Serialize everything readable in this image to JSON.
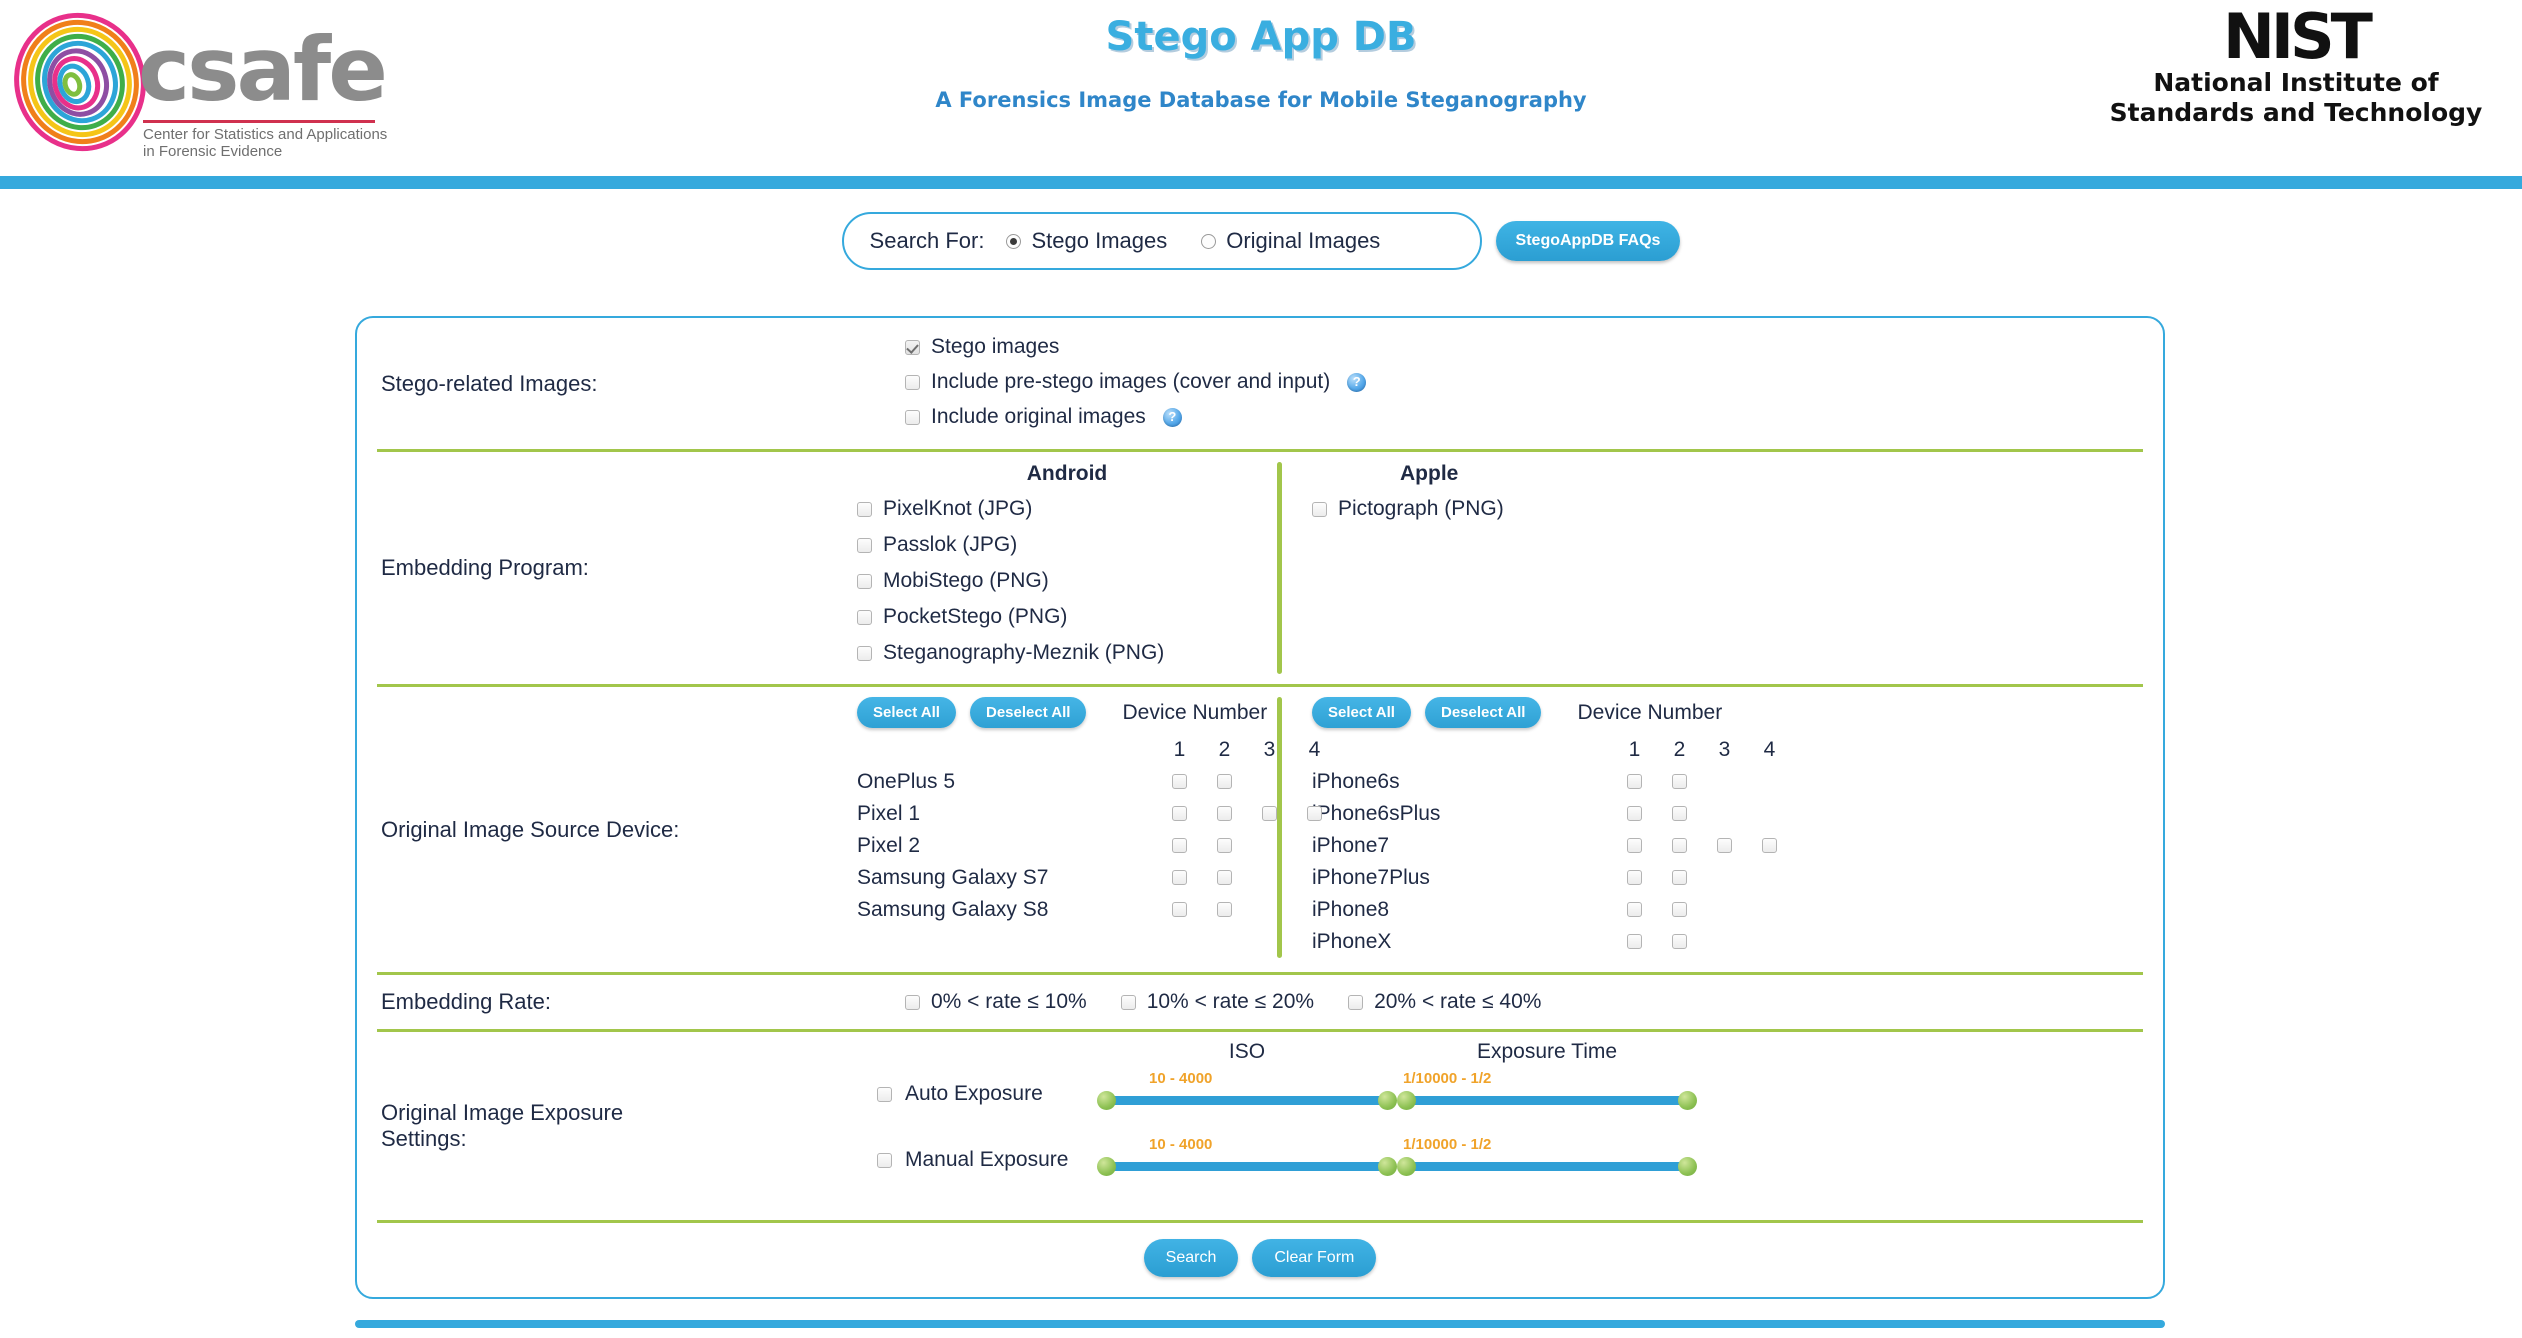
{
  "header": {
    "site_title": "Stego App DB",
    "site_subtitle": "A Forensics Image Database for Mobile Steganography",
    "csafe_word": "csafe",
    "csafe_sub": "Center for Statistics and Applications in Forensic Evidence",
    "nist_mark": "NIST",
    "nist_line1": "National Institute of",
    "nist_line2": "Standards and Technology",
    "accent_blue": "#35a9dd",
    "accent_green": "#a2c64b"
  },
  "search_for": {
    "label": "Search For:",
    "options": [
      {
        "label": "Stego Images",
        "selected": true
      },
      {
        "label": "Original Images",
        "selected": false
      }
    ],
    "faq_button": "StegoAppDB FAQs"
  },
  "stego_related": {
    "row_label": "Stego-related Images:",
    "items": [
      {
        "label": "Stego images",
        "checked": true,
        "help": false
      },
      {
        "label": "Include pre-stego images (cover and input)",
        "checked": false,
        "help": true
      },
      {
        "label": "Include original images",
        "checked": false,
        "help": true
      }
    ],
    "help_glyph": "?"
  },
  "embedding_program": {
    "row_label": "Embedding Program:",
    "android_head": "Android",
    "apple_head": "Apple",
    "android": [
      {
        "label": "PixelKnot (JPG)",
        "checked": false
      },
      {
        "label": "Passlok (JPG)",
        "checked": false
      },
      {
        "label": "MobiStego (PNG)",
        "checked": false
      },
      {
        "label": "PocketStego (PNG)",
        "checked": false
      },
      {
        "label": "Steganography-Meznik (PNG)",
        "checked": false
      }
    ],
    "apple": [
      {
        "label": "Pictograph (PNG)",
        "checked": false
      }
    ]
  },
  "source_device": {
    "row_label": "Original Image Source Device:",
    "select_all": "Select All",
    "deselect_all": "Deselect All",
    "device_number_title": "Device Number",
    "numbers": [
      "1",
      "2",
      "3",
      "4"
    ],
    "android": [
      {
        "name": "OnePlus 5",
        "slots": [
          true,
          true,
          false,
          false
        ]
      },
      {
        "name": "Pixel 1",
        "slots": [
          true,
          true,
          true,
          true
        ]
      },
      {
        "name": "Pixel 2",
        "slots": [
          true,
          true,
          false,
          false
        ]
      },
      {
        "name": "Samsung Galaxy S7",
        "slots": [
          true,
          true,
          false,
          false
        ]
      },
      {
        "name": "Samsung Galaxy S8",
        "slots": [
          true,
          true,
          false,
          false
        ]
      }
    ],
    "apple": [
      {
        "name": "iPhone6s",
        "slots": [
          true,
          true,
          false,
          false
        ]
      },
      {
        "name": "iPhone6sPlus",
        "slots": [
          true,
          true,
          false,
          false
        ]
      },
      {
        "name": "iPhone7",
        "slots": [
          true,
          true,
          true,
          true
        ]
      },
      {
        "name": "iPhone7Plus",
        "slots": [
          true,
          true,
          false,
          false
        ]
      },
      {
        "name": "iPhone8",
        "slots": [
          true,
          true,
          false,
          false
        ]
      },
      {
        "name": "iPhoneX",
        "slots": [
          true,
          true,
          false,
          false
        ]
      }
    ]
  },
  "embedding_rate": {
    "row_label": "Embedding Rate:",
    "items": [
      {
        "label": "0% < rate ≤ 10%",
        "checked": false
      },
      {
        "label": "10% < rate ≤ 20%",
        "checked": false
      },
      {
        "label": "20% < rate ≤ 40%",
        "checked": false
      }
    ]
  },
  "exposure": {
    "row_label": "Original Image Exposure Settings:",
    "col_iso": "ISO",
    "col_exposure_time": "Exposure Time",
    "rows": [
      {
        "label": "Auto Exposure",
        "checked": false,
        "iso_range": "10 - 4000",
        "time_range": "1/10000 - 1/2"
      },
      {
        "label": "Manual Exposure",
        "checked": false,
        "iso_range": "10 - 4000",
        "time_range": "1/10000 - 1/2"
      }
    ]
  },
  "actions": {
    "search": "Search",
    "clear": "Clear Form"
  }
}
